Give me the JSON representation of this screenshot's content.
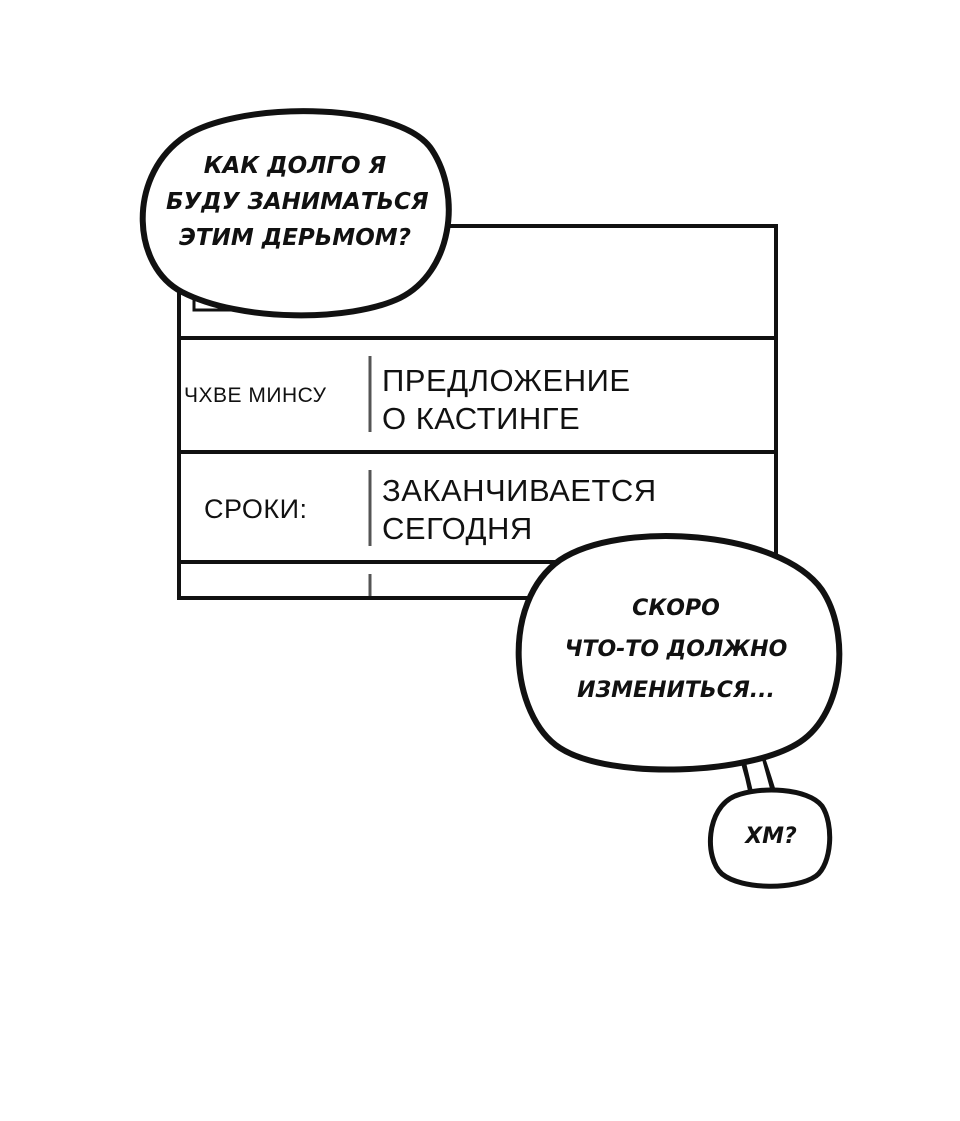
{
  "bubbles": {
    "top_left": {
      "lines": [
        "КАК ДОЛГО Я",
        "БУДУ ЗАНИМАТЬСЯ",
        "ЭТИМ ДЕРЬМОМ?"
      ]
    },
    "right": {
      "lines": [
        "СКОРО",
        "ЧТО-ТО ДОЛЖНО",
        "ИЗМЕНИТЬСЯ..."
      ]
    },
    "small": {
      "text": "ХМ?"
    }
  },
  "form": {
    "row1": {
      "label": "ЧХВЕ МИНСУ",
      "value_lines": [
        "ПРЕДЛОЖЕНИЕ",
        "О КАСТИНГЕ"
      ]
    },
    "row2": {
      "label": "СРОКИ:",
      "value_lines": [
        "ЗАКАНЧИВАЕТСЯ",
        "СЕГОДНЯ"
      ]
    }
  }
}
